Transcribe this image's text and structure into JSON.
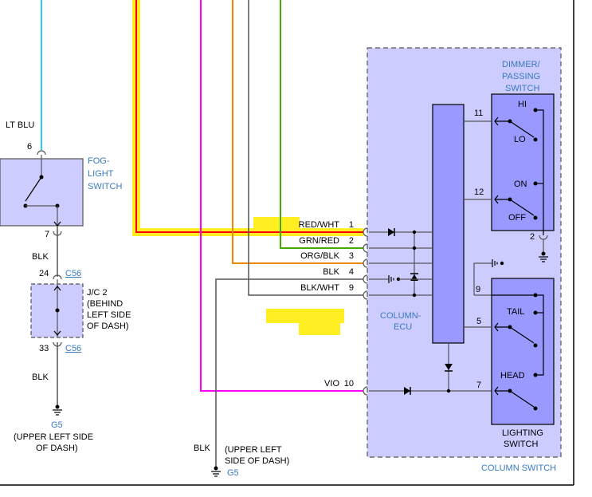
{
  "colors": {
    "lt_blu": "#22ccff",
    "red": "#ff0000",
    "yellow_highlight": "#ffee22",
    "green": "#44aa00",
    "orange": "#ee8800",
    "violet": "#ff00ff",
    "blk": "#555555",
    "box_fill": "#ccccff",
    "ecu_fill": "#9999ff",
    "label_blue": "#3a7ac0"
  },
  "left": {
    "wire_top_label": "LT BLU",
    "fog_pin_top": "6",
    "fog_switch_label": [
      "FOG-",
      "LIGHT",
      "SWITCH"
    ],
    "fog_pin_bottom": "7",
    "wire_mid_label": "BLK",
    "jc_pin_top": "24",
    "jc_conn_top": "C56",
    "jc_label": [
      "J/C 2",
      "(BEHIND",
      "LEFT SIDE",
      "OF DASH)"
    ],
    "jc_pin_bottom": "33",
    "jc_conn_bottom": "C56",
    "wire_low_label": "BLK",
    "ground_id": "G5",
    "ground_label": [
      "(UPPER LEFT SIDE",
      "OF DASH)"
    ]
  },
  "middle": {
    "ground_wire_label": "BLK",
    "ground_label": [
      "(UPPER LEFT",
      "SIDE OF DASH)"
    ],
    "ground_id": "G5"
  },
  "pins": [
    {
      "wire": "RED/WHT",
      "pin": "1"
    },
    {
      "wire": "GRN/RED",
      "pin": "2"
    },
    {
      "wire": "ORG/BLK",
      "pin": "3"
    },
    {
      "wire": "BLK",
      "pin": "4"
    },
    {
      "wire": "BLK/WHT",
      "pin": "9"
    },
    {
      "wire": "VIO",
      "pin": "10"
    }
  ],
  "column_switch": {
    "label": "COLUMN SWITCH",
    "ecu_label": [
      "COLUMN-",
      "ECU"
    ],
    "dimmer_label": [
      "DIMMER/",
      "PASSING",
      "SWITCH"
    ],
    "dimmer_pins": {
      "hi_term": "11",
      "on_term": "12",
      "bottom": "2"
    },
    "dimmer_positions": [
      "HI",
      "LO",
      "ON",
      "OFF"
    ],
    "lighting_label": [
      "LIGHTING",
      "SWITCH"
    ],
    "lighting_pins": {
      "top": "9",
      "tail_term": "5",
      "head_term": "7"
    },
    "lighting_positions": [
      "TAIL",
      "HEAD"
    ]
  }
}
